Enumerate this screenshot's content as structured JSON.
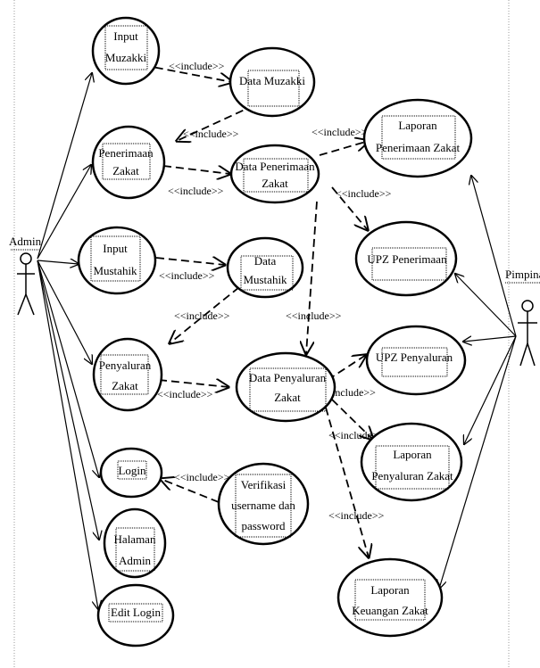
{
  "actors": {
    "admin": "Admin",
    "pimpinan": "Pimpina"
  },
  "use_cases": {
    "input_muzakki": [
      "Input",
      "Muzakki"
    ],
    "penerimaan_zakat": [
      "Penerimaan",
      "Zakat"
    ],
    "input_mustahik": [
      "Input",
      "Mustahik"
    ],
    "penyaluran_zakat": [
      "Penyaluran",
      "Zakat"
    ],
    "login": [
      "Login"
    ],
    "halaman_admin": [
      "Halaman",
      "Admin"
    ],
    "edit_login": [
      "Edit Login"
    ],
    "data_muzakki": [
      "Data Muzakki"
    ],
    "data_penerimaan_zakat": [
      "Data Penerimaan",
      "Zakat"
    ],
    "data_mustahik": [
      "Data",
      "Mustahik"
    ],
    "data_penyaluran_zakat": [
      "Data Penyaluran",
      "Zakat"
    ],
    "verifikasi": [
      "Verifikasi",
      "username dan",
      "password"
    ],
    "laporan_penerimaan": [
      "Laporan",
      "Penerimaan Zakat"
    ],
    "upz_penerimaan": [
      "UPZ Penerimaan"
    ],
    "upz_penyaluran": [
      "UPZ Penyaluran"
    ],
    "laporan_penyaluran": [
      "Laporan",
      "Penyaluran Zakat"
    ],
    "laporan_keuangan": [
      "Laporan",
      "Keuangan Zakat"
    ]
  },
  "include_labels": {
    "inc1": "<<include>>",
    "inc2": "<<include>>",
    "inc3": "<<include>>",
    "inc4": "<<include>>",
    "inc5": "<<include>>",
    "inc6": "<<include>>",
    "inc7": "<<include>>",
    "inc8": "include>>",
    "inc9": "<<include>>",
    "inc10": "<<include>>",
    "inc11": "<<include>>",
    "inc12": "<<include>>",
    "inc13": "<<include>>"
  }
}
